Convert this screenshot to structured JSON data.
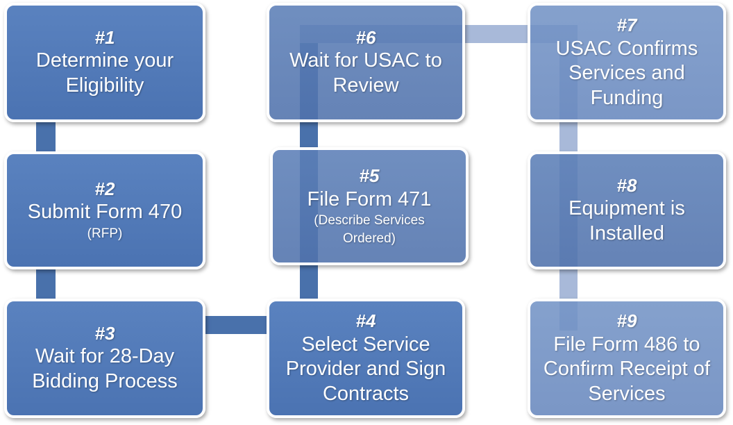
{
  "steps": [
    {
      "num": "#1",
      "title": "Determine your Eligibility",
      "sub": ""
    },
    {
      "num": "#2",
      "title": "Submit Form 470",
      "sub": "(RFP)"
    },
    {
      "num": "#3",
      "title": "Wait for 28-Day Bidding Process",
      "sub": ""
    },
    {
      "num": "#4",
      "title": "Select Service Provider and Sign Contracts",
      "sub": ""
    },
    {
      "num": "#5",
      "title": "File Form 471",
      "sub": "(Describe Services Ordered)"
    },
    {
      "num": "#6",
      "title": "Wait for USAC to Review",
      "sub": ""
    },
    {
      "num": "#7",
      "title": "USAC Confirms Services and Funding",
      "sub": ""
    },
    {
      "num": "#8",
      "title": "Equipment is Installed",
      "sub": ""
    },
    {
      "num": "#9",
      "title": "File Form 486 to Confirm Receipt of Services",
      "sub": ""
    }
  ]
}
